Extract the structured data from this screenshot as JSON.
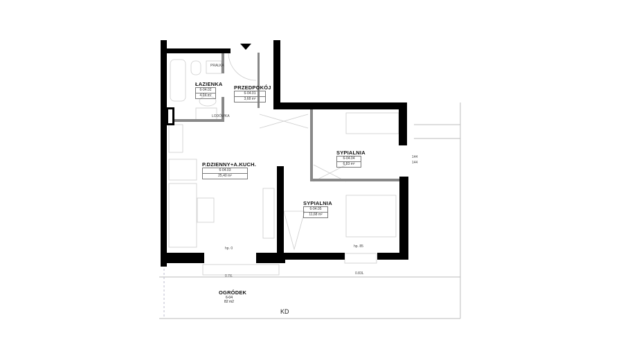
{
  "rooms": [
    {
      "name": "ŁAZIENKA",
      "code": "6-04.02",
      "area": "4,04 m²"
    },
    {
      "name": "PRZEDPOKÓJ",
      "code": "6-04.01",
      "area": "3,68 m²"
    },
    {
      "name": "P.DZIENNY+A.KUCH.",
      "code": "6-04.03",
      "area": "25,40 m²"
    },
    {
      "name": "SYPIALNIA",
      "code": "6-04.04",
      "area": "6,83 m²"
    },
    {
      "name": "SYPIALNIA",
      "code": "6-04.05",
      "area": "11,68 m²"
    }
  ],
  "garden": {
    "name": "OGRÓDEK",
    "code": "6-04",
    "area": "82 m2"
  },
  "annotations": {
    "pralka": "PRALKA",
    "lodowka": "LODÓWKA",
    "hp1": "hp. 0",
    "hp2": "hp. 85",
    "win1": "0.7/L",
    "win2": "0.83L",
    "dim1": "144",
    "dim2": "144",
    "kd": "KD"
  },
  "colors": {
    "wall": "#000000",
    "partition": "#888888",
    "line": "#bbbbbb"
  }
}
